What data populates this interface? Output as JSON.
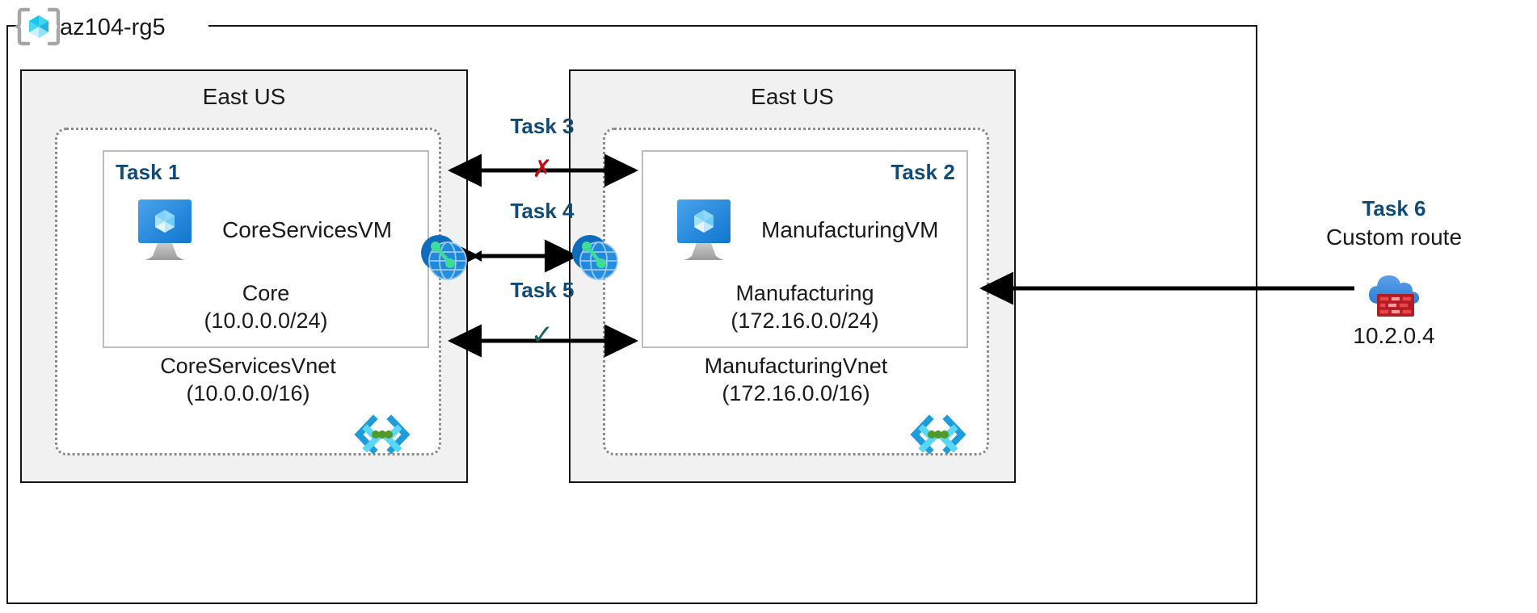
{
  "resource_group": {
    "name": "az104-rg5",
    "icon": "azure-resource-group-icon"
  },
  "colors": {
    "task_label": "#114a78",
    "region_fill": "#f1f1f1",
    "vnet_border": "#8a8a8a",
    "subnet_border": "#bdbdbd",
    "frame": "#151515",
    "x_mark": "#c10b12",
    "check_mark": "#15675a",
    "vm_icon_blue": "#1b86e0",
    "peering_blue": "#0f6cbd",
    "peering_dot_green": "#3ddc97",
    "firewall_cloud": "#4a90e2",
    "firewall_brick": "#d6272c",
    "subnet_glyph_blue": "#1f9bdb",
    "subnet_glyph_cyan": "#5ad7f7",
    "subnet_glyph_green": "#4f9a28"
  },
  "regions": [
    {
      "id": "left",
      "title": "East US",
      "vnet": {
        "name": "CoreServicesVnet",
        "cidr": "(10.0.0.0/16)",
        "icon": "subnet-glyph-icon",
        "subnet": {
          "task_tag": "Task 1",
          "task_tag_align": "left",
          "vm_name": "CoreServicesVM",
          "vm_icon": "azure-vm-icon",
          "subnet_name": "Core",
          "subnet_cidr": "(10.0.0.0/24)"
        }
      },
      "peering_icon": "vnet-peering-icon"
    },
    {
      "id": "right",
      "title": "East US",
      "vnet": {
        "name": "ManufacturingVnet",
        "cidr": "(172.16.0.0/16)",
        "icon": "subnet-glyph-icon",
        "subnet": {
          "task_tag": "Task 2",
          "task_tag_align": "right",
          "vm_name": "ManufacturingVM",
          "vm_icon": "azure-vm-icon",
          "subnet_name": "Manufacturing",
          "subnet_cidr": "(172.16.0.0/24)"
        }
      },
      "peering_icon": "vnet-peering-icon"
    }
  ],
  "connections": [
    {
      "id": "task3",
      "label": "Task 3",
      "marker": "✗",
      "marker_type": "x",
      "direction": "bidirectional-split",
      "description": "blocked connectivity between CoreServicesVnet and ManufacturingVnet"
    },
    {
      "id": "task4",
      "label": "Task 4",
      "marker": "",
      "marker_type": "none",
      "direction": "bidirectional",
      "description": "vnet peering between the two peering endpoints"
    },
    {
      "id": "task5",
      "label": "Task 5",
      "marker": "✓",
      "marker_type": "check",
      "direction": "bidirectional-split",
      "description": "allowed connectivity between CoreServicesVnet and ManufacturingVnet"
    }
  ],
  "custom_route": {
    "task_tag": "Task 6",
    "label": "Custom route",
    "ip": "10.2.0.4",
    "icon": "azure-firewall-icon",
    "arrow_direction": "left"
  }
}
